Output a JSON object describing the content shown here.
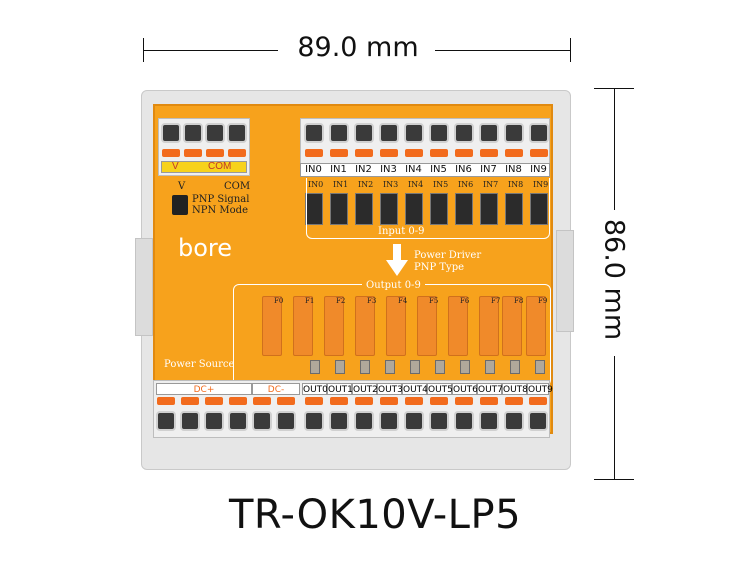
{
  "width_label": "89.0 mm",
  "height_label": "86.0 mm",
  "product_title": "TR-OK10V-LP5",
  "brand": "bore",
  "top_left_terminal": {
    "labels": [
      "V",
      "COM"
    ],
    "silk": [
      "V",
      "COM"
    ]
  },
  "mode_text": [
    "PNP Signal",
    "NPN Mode"
  ],
  "inputs": [
    "IN0",
    "IN1",
    "IN2",
    "IN3",
    "IN4",
    "IN5",
    "IN6",
    "IN7",
    "IN8",
    "IN9"
  ],
  "input_group_label": "Input 0-9",
  "driver_text": [
    "Power Driver",
    "PNP Type"
  ],
  "output_group_label": "Output 0-9",
  "relay_labels": [
    "F0",
    "F1",
    "F2",
    "F3",
    "F4",
    "F5",
    "F6",
    "F7",
    "F8",
    "F9"
  ],
  "outputs": [
    "OUT0",
    "OUT1",
    "OUT2",
    "OUT3",
    "OUT4",
    "OUT5",
    "OUT6",
    "OUT7",
    "OUT8",
    "OUT9"
  ],
  "power_source_label": "Power Source",
  "power_labels": {
    "dc_plus": "DC+",
    "dc_minus": "DC-"
  },
  "colors": {
    "board": "#f7a21c",
    "lever": "#f26b1d",
    "power_label": "#f26b1d"
  }
}
